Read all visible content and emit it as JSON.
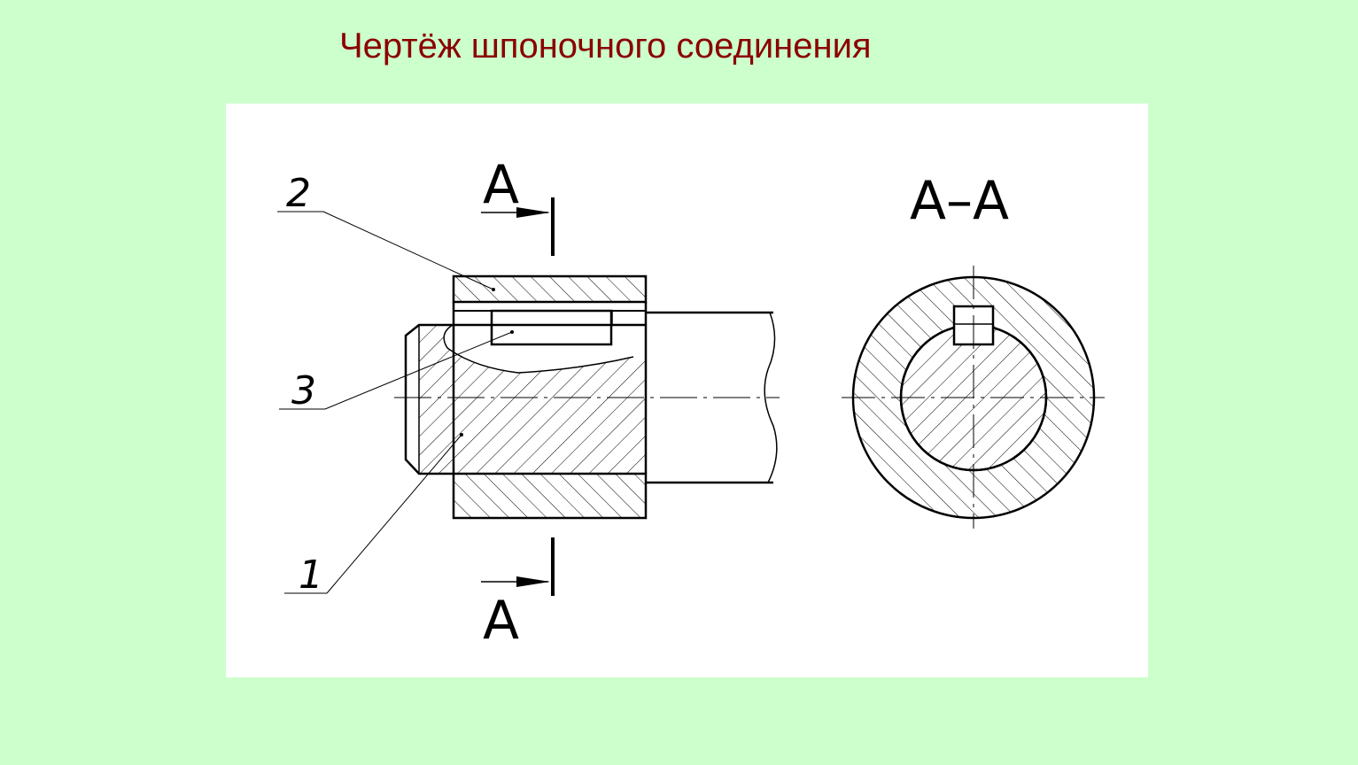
{
  "slide": {
    "title": "Чертёж шпоночного соединения",
    "background_color": "#ccffcc",
    "title_color": "#8b0000"
  },
  "drawing": {
    "section_marks": {
      "top": "А",
      "bottom": "А",
      "section_view": "А–А"
    },
    "callouts": [
      {
        "number": "1"
      },
      {
        "number": "2"
      },
      {
        "number": "3"
      }
    ]
  }
}
